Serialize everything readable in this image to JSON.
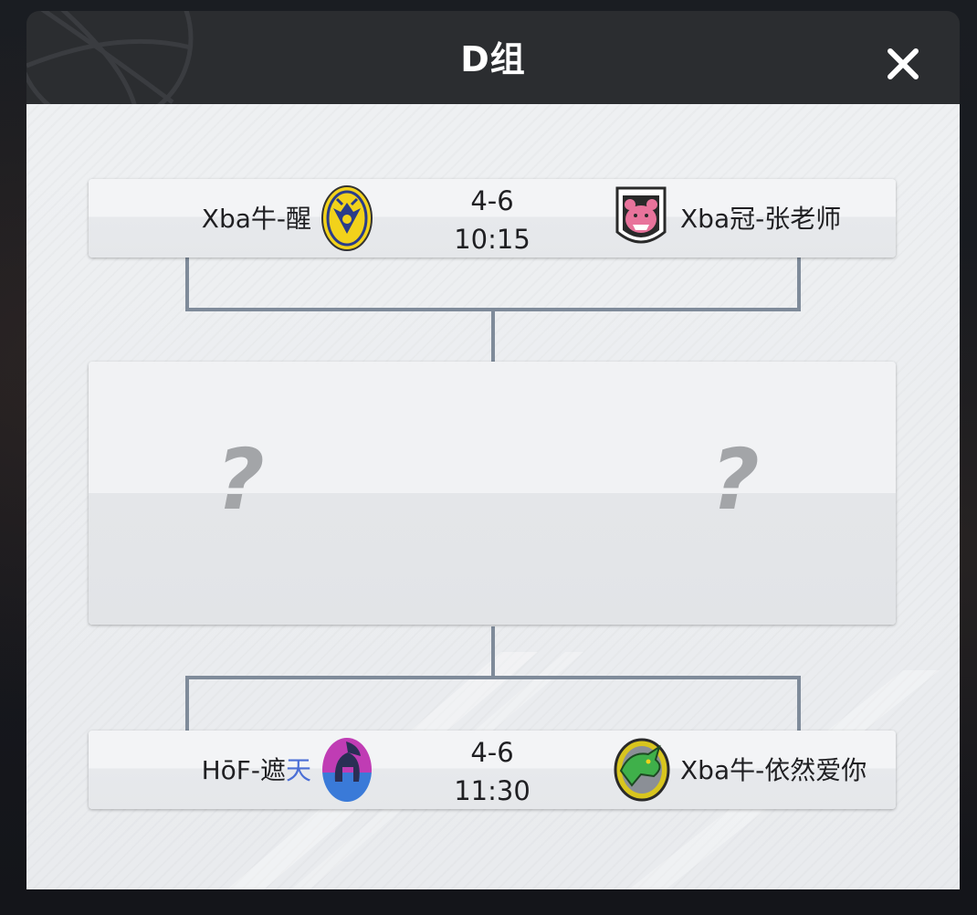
{
  "modal": {
    "title": "D组"
  },
  "icons": {
    "close": "close-icon",
    "team_logos": [
      "gold-crest-logo",
      "pink-bear-logo",
      "spartan-helmet-logo",
      "green-dragon-logo"
    ]
  },
  "colors": {
    "header_bg": "#2b2d30",
    "body_bg": "#eef0f2",
    "bracket_line": "#7f8b9a",
    "highlight_text": "#4b6fd6",
    "question_mark": "#a3a5a8"
  },
  "matches": [
    {
      "left_team": "Xba牛-醒",
      "right_team": "Xba冠-张老师",
      "score": "4-6",
      "time": "10:15"
    },
    {
      "left_team_prefix": "HōF-遮",
      "left_team_highlight": "天",
      "right_team": "Xba牛-依然爱你",
      "score": "4-6",
      "time": "11:30"
    }
  ],
  "final": {
    "left_placeholder": "?",
    "right_placeholder": "?"
  }
}
